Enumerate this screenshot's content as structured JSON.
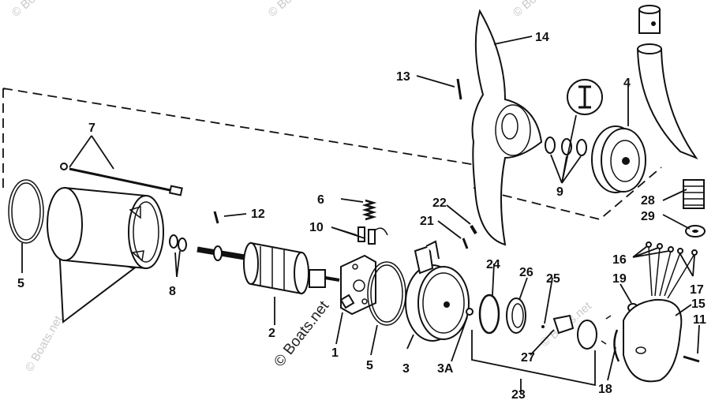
{
  "watermarks": {
    "main": "© Boats.net",
    "faint": [
      "© Boats.net",
      "© Boats.net",
      "© Boats.net",
      "© Boats.net",
      "© Boats.net"
    ]
  },
  "callouts": {
    "c1": "1",
    "c2": "2",
    "c3": "3",
    "c3a": "3A",
    "c4": "4",
    "c5a": "5",
    "c5b": "5",
    "c6": "6",
    "c7": "7",
    "c8": "8",
    "c9": "9",
    "c10": "10",
    "c11": "11",
    "c12": "12",
    "c13": "13",
    "c14": "14",
    "c15": "15",
    "c16": "16",
    "c17": "17",
    "c18": "18",
    "c19": "19",
    "c21": "21",
    "c22": "22",
    "c23": "23",
    "c24": "24",
    "c25": "25",
    "c26": "26",
    "c27": "27",
    "c28": "28",
    "c29": "29"
  }
}
